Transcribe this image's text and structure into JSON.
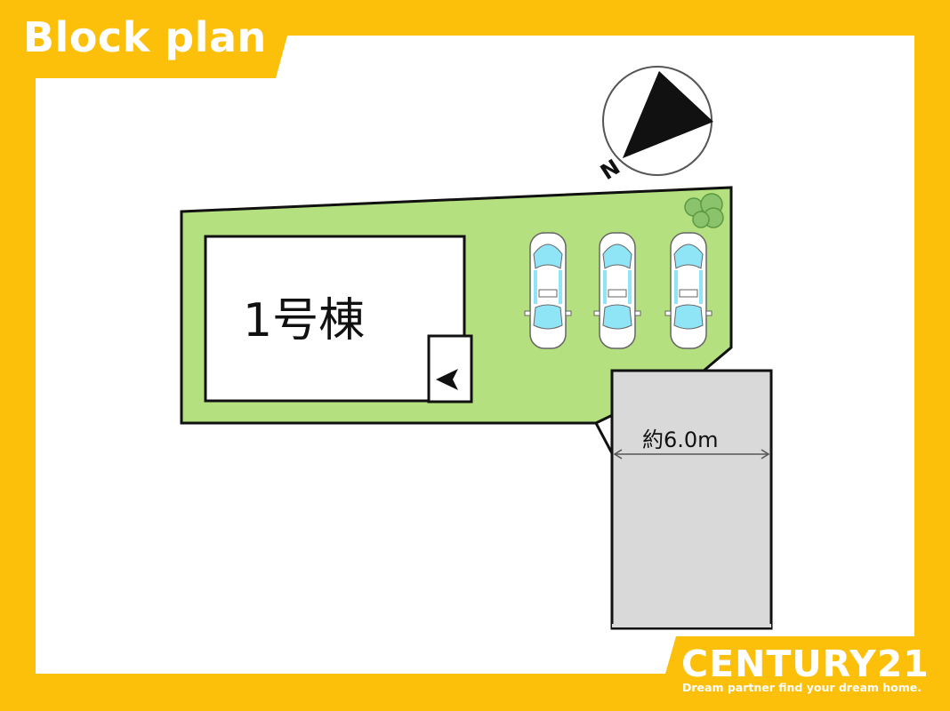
{
  "header": {
    "title": "Block plan"
  },
  "plan": {
    "building_label": "1号棟",
    "road_width_label": "約6.0m",
    "compass_label": "N",
    "parking_spaces": 3
  },
  "branding": {
    "brand_name": "CENTURY21",
    "tagline": "Dream partner find your dream home."
  },
  "colors": {
    "frame": "#fcc00b",
    "lot": "#b5e080",
    "road": "#d9d9d9",
    "car_glass": "#8fe4f6",
    "tree": "#8ac36b"
  }
}
